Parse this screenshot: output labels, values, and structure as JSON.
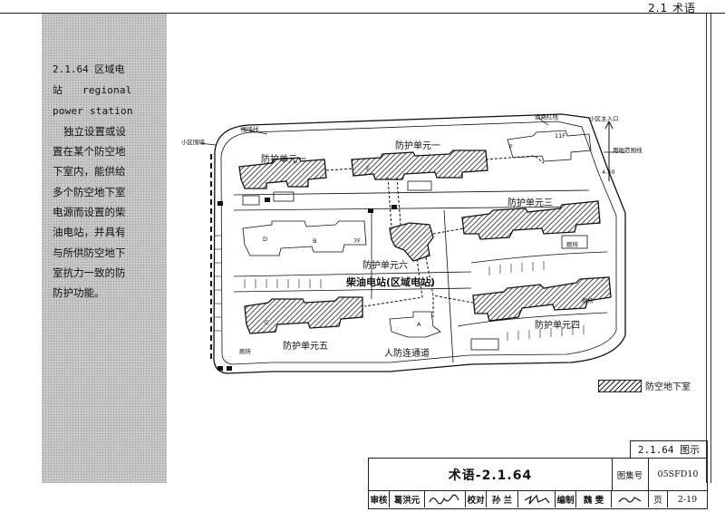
{
  "header": {
    "section_no": "2.1  术语"
  },
  "sidebar": {
    "term": "2.1.64  区域电站",
    "term_line1": "2.1.64  区域电",
    "term_line2": "站",
    "eng_line1": "regional",
    "eng_line2": "power station",
    "desc_lines": [
      "独立设置或设",
      "置在某个防空地",
      "下室内，能供给",
      "多个防空地下室",
      "电源而设置的柴",
      "油电站，并具有",
      "与所供防空地下",
      "室抗力一致的防",
      "防护功能。"
    ]
  },
  "plan": {
    "labels": {
      "wall": "围墙线",
      "redline": "道路红线",
      "entrance": "小区主入口",
      "community_wall": "小区围墙",
      "land_line": "用地范围线",
      "elevation": "4.40",
      "unit1": "防护单元一",
      "unit2": "防护单元二",
      "unit3": "防护单元三",
      "unit4": "防护单元四",
      "unit5": "防护单元五",
      "unit6": "防护单元六",
      "station": "柴油电站(区域电站)",
      "passage": "人防连通道",
      "toilet1": "厕所",
      "toilet2": "厕所",
      "toilet3": "厕所",
      "bldg_a": "A",
      "bldg_b": "B",
      "bldg_c": "C",
      "bldg_d": "D",
      "bldg_e": "E",
      "bldg_f": "F",
      "floors_7f": "7F",
      "floors_11f": "11F"
    },
    "legend_text": "防空地下室"
  },
  "figure": {
    "label": "2.1.64 图示"
  },
  "titleblock": {
    "title": "术语-2.1.64",
    "atlas_label": "图集号",
    "atlas_no": "05SFD10",
    "review_label": "审核",
    "reviewer": "葛洪元",
    "check_label": "校对",
    "checker": "孙  兰",
    "design_label": "编制",
    "designer": "魏  雯",
    "page_label": "页",
    "page_no": "2-19"
  },
  "colors": {
    "hatch": "#222222",
    "sidebar": "#c6c6c6",
    "line": "#111111"
  }
}
